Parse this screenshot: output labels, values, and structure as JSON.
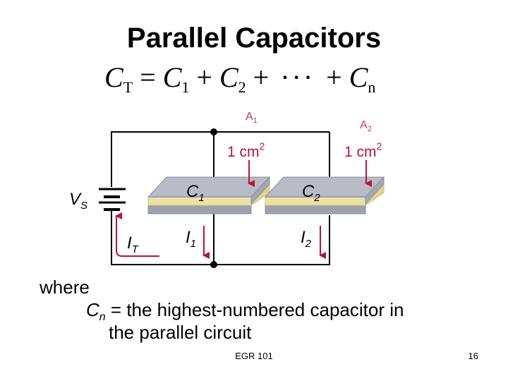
{
  "slide": {
    "title": "Parallel Capacitors",
    "formula": {
      "lhs": "C",
      "lhs_sub": "T",
      "eq": "=",
      "t1": "C",
      "t1_sub": "1",
      "plus": "+",
      "t2": "C",
      "t2_sub": "2",
      "dots": "···",
      "tn": "C",
      "tn_sub": "n"
    },
    "diagram": {
      "area_labels": [
        {
          "letter": "A",
          "sub": "1"
        },
        {
          "letter": "A",
          "sub": "2"
        }
      ],
      "area_values": [
        {
          "text": "1 cm",
          "sup": "2"
        },
        {
          "text": "1 cm",
          "sup": "2"
        }
      ],
      "source": {
        "letter": "V",
        "sub": "S"
      },
      "capacitors": [
        {
          "letter": "C",
          "sub": "1"
        },
        {
          "letter": "C",
          "sub": "2"
        }
      ],
      "currents": {
        "total": {
          "letter": "I",
          "sub": "T"
        },
        "branches": [
          {
            "letter": "I",
            "sub": "1"
          },
          {
            "letter": "I",
            "sub": "2"
          }
        ]
      },
      "colors": {
        "wire": "#000000",
        "plate": "#b8bcc6",
        "plate_edge": "#8d919b",
        "dielectric": "#eae2a6",
        "dielectric_edge": "#cfc47e",
        "arrow": "#b5153a",
        "area_label": "#c4386a"
      }
    },
    "definition": {
      "where": "where",
      "var": "C",
      "var_sub": "n",
      "line1_rest": " = the highest-numbered capacitor in",
      "line2": "the parallel circuit"
    },
    "footer": "EGR 101",
    "page_number": "16"
  }
}
